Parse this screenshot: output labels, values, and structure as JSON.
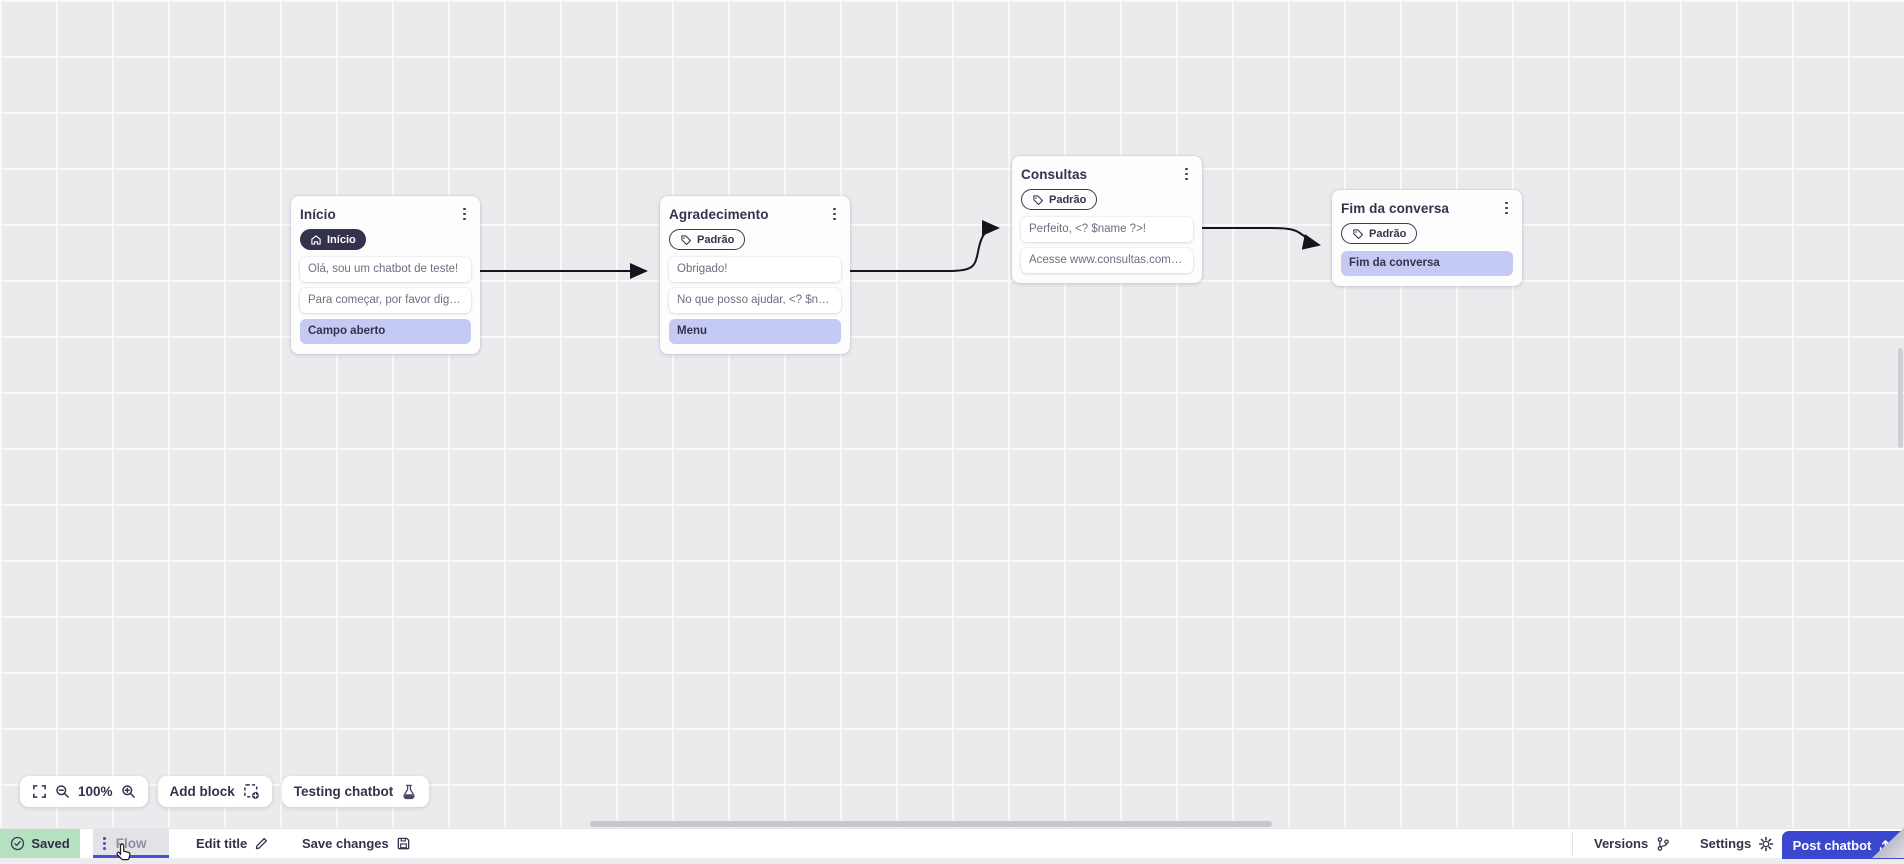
{
  "nodes": [
    {
      "title": "Início",
      "badge": "Início",
      "rows": [
        {
          "type": "message",
          "text": "Olá, sou um chatbot de teste!"
        },
        {
          "type": "message",
          "text": "Para começar, por favor digite o ..."
        },
        {
          "type": "action",
          "text": "Campo aberto"
        }
      ]
    },
    {
      "title": "Agradecimento",
      "badge": "Padrão",
      "rows": [
        {
          "type": "message",
          "text": "Obrigado!"
        },
        {
          "type": "message",
          "text": "No que posso ajudar, <? $name ..."
        },
        {
          "type": "action",
          "text": "Menu"
        }
      ]
    },
    {
      "title": "Consultas",
      "badge": "Padrão",
      "rows": [
        {
          "type": "message",
          "text": "Perfeito, <? $name ?>!"
        },
        {
          "type": "message",
          "text": "Acesse www.consultas.com par..."
        }
      ]
    },
    {
      "title": "Fim da conversa",
      "badge": "Padrão",
      "rows": [
        {
          "type": "action",
          "text": "Fim da conversa"
        }
      ]
    }
  ],
  "toolbar": {
    "zoom_level": "100%",
    "add_block": "Add block",
    "testing_chatbot": "Testing chatbot"
  },
  "statusbar": {
    "saved": "Saved",
    "flow_tab": "Flow",
    "edit_title": "Edit title",
    "save_changes": "Save changes",
    "versions": "Versions",
    "settings": "Settings",
    "post_chatbot": "Post chatbot"
  },
  "colors": {
    "accent_indigo": "#3c47d0",
    "action_lavender": "#c4caf4",
    "dark_navy": "#33334d",
    "saved_green": "#b5e1c0",
    "canvas_gray": "#ebebee",
    "wire_black": "#14141e"
  }
}
